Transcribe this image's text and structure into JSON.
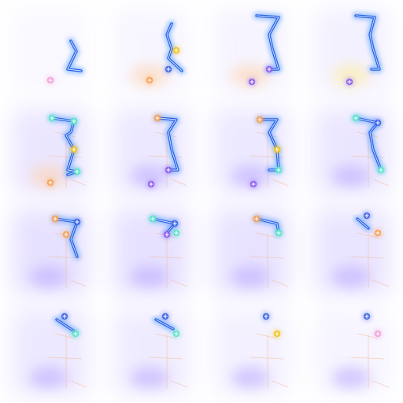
{
  "sequence": {
    "frame_count": 16,
    "grid": {
      "rows": 4,
      "columns": 4
    },
    "colors": {
      "stroke": "#1e5ae6",
      "glow": "#5aa0ff",
      "halo_violet": "#b9a8ff",
      "halo_peach": "#ffd0a8",
      "halo_yellow": "#ffee99",
      "marker_cyan": "#58e6c8",
      "marker_yellow": "#f2c21c",
      "marker_violet": "#8c5cf0",
      "marker_orange": "#f5a052",
      "marker_pink": "#f2a0d8",
      "marker_blue": "#3c64e6",
      "faint_orange_lines": "#f4b080"
    },
    "frames": [
      {
        "index": 1,
        "glow": "none",
        "haze": 0.08
      },
      {
        "index": 2,
        "glow": "peach",
        "haze": 0.1
      },
      {
        "index": 3,
        "glow": "peach",
        "haze": 0.12
      },
      {
        "index": 4,
        "glow": "yellow",
        "haze": 0.16
      },
      {
        "index": 5,
        "glow": "peach",
        "haze": 0.28
      },
      {
        "index": 6,
        "glow": "violet",
        "haze": 0.26
      },
      {
        "index": 7,
        "glow": "violet",
        "haze": 0.26
      },
      {
        "index": 8,
        "glow": "violet",
        "haze": 0.28
      },
      {
        "index": 9,
        "glow": "violet",
        "haze": 0.34
      },
      {
        "index": 10,
        "glow": "violet",
        "haze": 0.34
      },
      {
        "index": 11,
        "glow": "violet",
        "haze": 0.32
      },
      {
        "index": 12,
        "glow": "violet",
        "haze": 0.3
      },
      {
        "index": 13,
        "glow": "violet",
        "haze": 0.26
      },
      {
        "index": 14,
        "glow": "violet",
        "haze": 0.22
      },
      {
        "index": 15,
        "glow": "violet",
        "haze": 0.16
      },
      {
        "index": 16,
        "glow": "violet",
        "haze": 0.12
      }
    ]
  }
}
